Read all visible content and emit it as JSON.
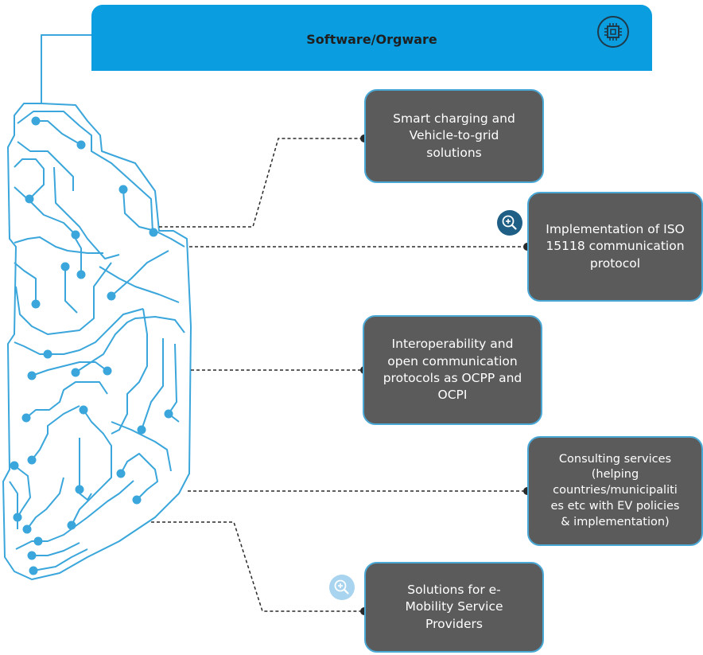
{
  "header": {
    "title": "Software/Orgware",
    "icon": "chip-icon"
  },
  "colors": {
    "header_bg": "#0a9ee0",
    "box_bg": "#5b5b5b",
    "box_border": "#4aa8d6",
    "circuit": "#3aa6db",
    "connector": "#2a2a2a",
    "zoom_dark": "#1f5f86",
    "zoom_light": "#a8d4ef"
  },
  "items": [
    {
      "text": "Smart charging and\nVehicle-to-grid\nsolutions"
    },
    {
      "text": "Implementation of ISO\n15118 communication\nprotocol"
    },
    {
      "text": "Interoperability and\nopen communication\nprotocols as OCPP and\nOCPI"
    },
    {
      "text": "Consulting services\n(helping\ncountries/municipaliti\nes etc with EV policies\n& implementation)"
    },
    {
      "text": "Solutions for e-\nMobility Service\nProviders"
    }
  ],
  "icons": {
    "zoom_dark": "zoom-in-icon",
    "zoom_light": "zoom-in-icon"
  }
}
